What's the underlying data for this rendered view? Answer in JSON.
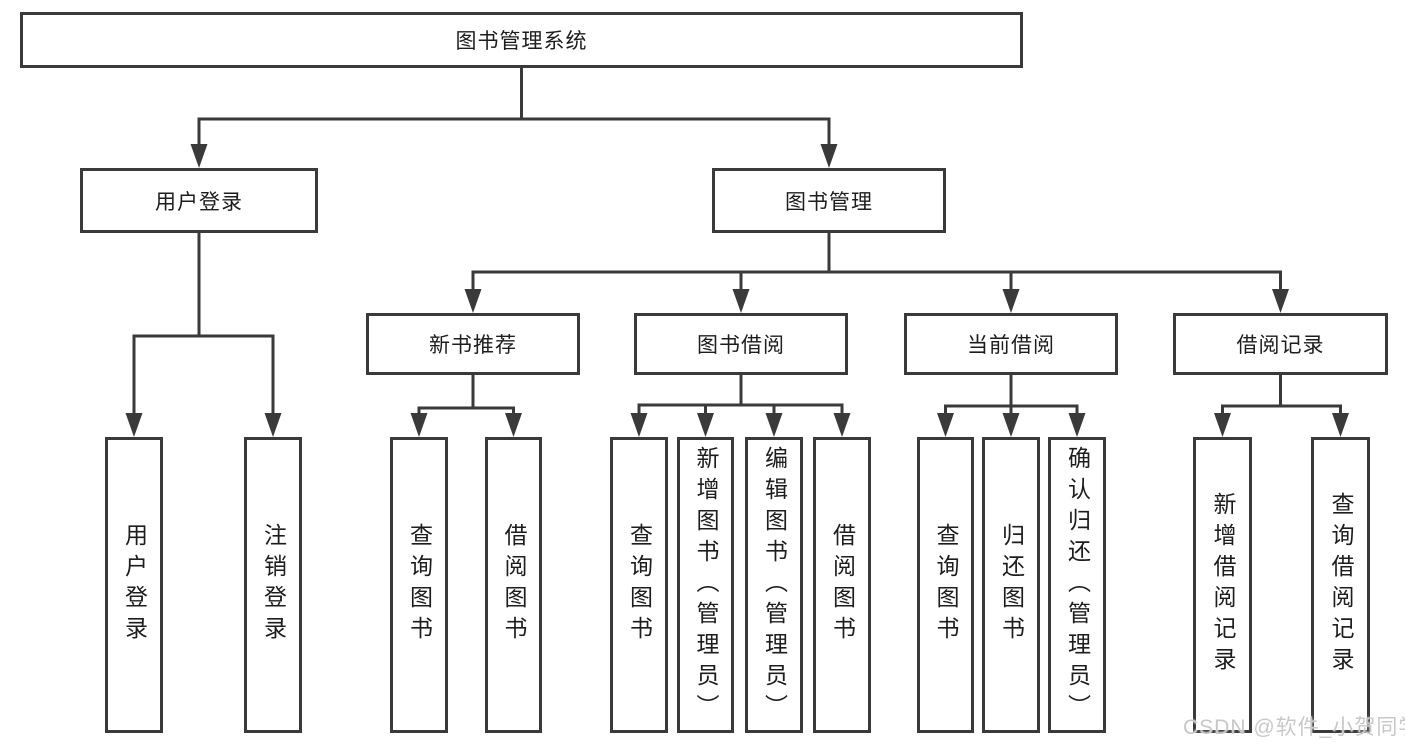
{
  "diagram": {
    "root": {
      "label": "图书管理系统"
    },
    "branches": [
      {
        "label": "用户登录",
        "children": [
          {
            "label": "用户登录"
          },
          {
            "label": "注销登录"
          }
        ]
      },
      {
        "label": "图书管理",
        "children": [
          {
            "label": "新书推荐",
            "children": [
              {
                "label": "查询图书"
              },
              {
                "label": "借阅图书"
              }
            ]
          },
          {
            "label": "图书借阅",
            "children": [
              {
                "label": "查询图书"
              },
              {
                "label": "新增图书（管理员）"
              },
              {
                "label": "编辑图书（管理员）"
              },
              {
                "label": "借阅图书"
              }
            ]
          },
          {
            "label": "当前借阅",
            "children": [
              {
                "label": "查询图书"
              },
              {
                "label": "归还图书"
              },
              {
                "label": "确认归还（管理员）"
              }
            ]
          },
          {
            "label": "借阅记录",
            "children": [
              {
                "label": "新增借阅记录"
              },
              {
                "label": "查询借阅记录"
              }
            ]
          }
        ]
      }
    ]
  },
  "watermark": {
    "text": "CSDN @软件_小贺同学"
  },
  "colors": {
    "line": "#3a3a3a",
    "box_border": "#3a3a3a",
    "box_fill": "#ffffff",
    "text": "#1d1d1d",
    "watermark": "#c8c8c8"
  }
}
